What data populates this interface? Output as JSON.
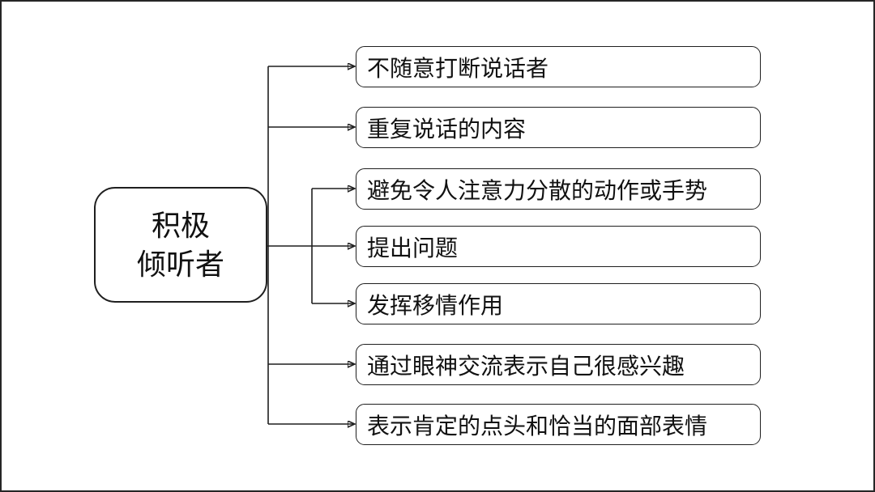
{
  "diagram": {
    "type": "mind-map",
    "root": {
      "label": "积极\n倾听者"
    },
    "branches": [
      {
        "label": "不随意打断说话者"
      },
      {
        "label": "重复说话的内容"
      },
      {
        "label": "避免令人注意力分散的动作或手势"
      },
      {
        "label": "提出问题"
      },
      {
        "label": "发挥移情作用"
      },
      {
        "label": "通过眼神交流表示自己很感兴趣"
      },
      {
        "label": "表示肯定的点头和恰当的面部表情"
      }
    ],
    "colors": {
      "background": "#ffffff",
      "line": "#1f1f1f",
      "text": "#111111",
      "frame": "#262626"
    }
  }
}
